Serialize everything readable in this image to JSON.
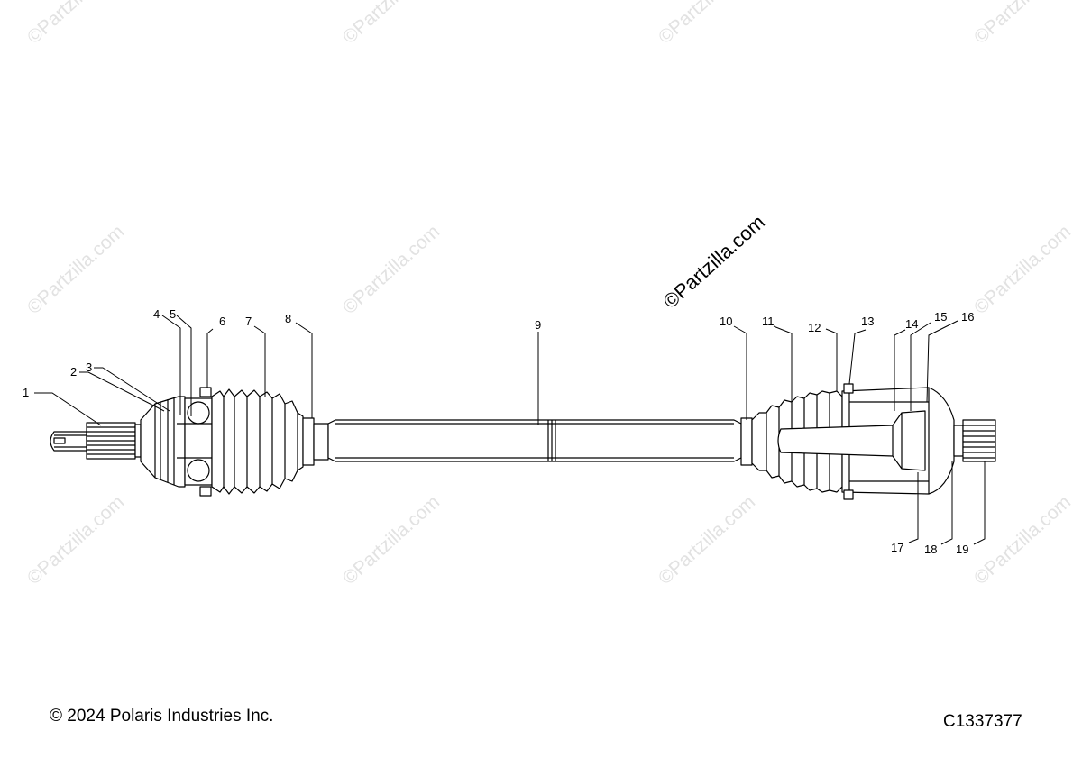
{
  "watermark": "©Partzilla.com",
  "copyright": "© 2024 Polaris Industries Inc.",
  "diagram_code": "C1337377",
  "callouts": [
    "1",
    "2",
    "3",
    "4",
    "5",
    "6",
    "7",
    "8",
    "9",
    "10",
    "11",
    "12",
    "13",
    "14",
    "15",
    "16",
    "17",
    "18",
    "19"
  ]
}
